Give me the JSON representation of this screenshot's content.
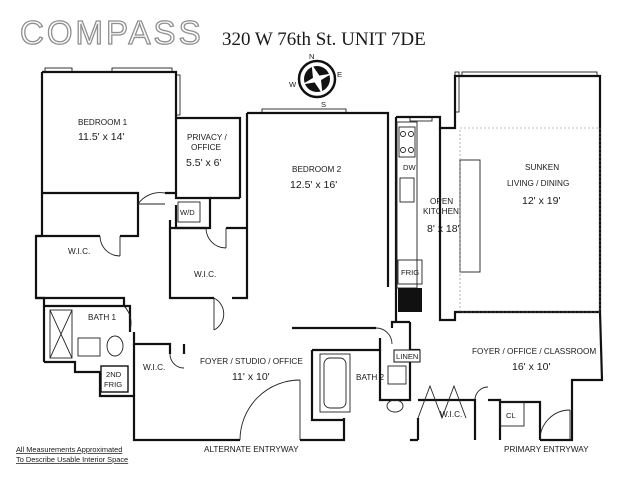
{
  "header": {
    "brand": "COMPASS",
    "address": "320 W 76th St. UNIT 7DE"
  },
  "compass": {
    "n": "N",
    "e": "E",
    "s": "S",
    "w": "W"
  },
  "rooms": {
    "bedroom1": {
      "name": "BEDROOM 1",
      "dims": "11.5' x 14'"
    },
    "privacy": {
      "name_line1": "PRIVACY /",
      "name_line2": "OFFICE",
      "dims": "5.5' x 6'"
    },
    "bedroom2": {
      "name": "BEDROOM 2",
      "dims": "12.5' x 16'"
    },
    "kitchen": {
      "name_line1": "OPEN",
      "name_line2": "KITCHEN",
      "dims": "8' x 18'"
    },
    "living": {
      "name_line1": "SUNKEN",
      "name_line2": "LIVING / DINING",
      "dims": "12' x 19'"
    },
    "wic_left": {
      "name": "W.I.C."
    },
    "wic_mid": {
      "name": "W.I.C."
    },
    "wic_low": {
      "name": "W.I.C."
    },
    "wic_right": {
      "name": "W.I.C."
    },
    "bath1": {
      "name": "BATH 1"
    },
    "bath2": {
      "name": "BATH 2"
    },
    "foyer_studio": {
      "name": "FOYER / STUDIO / OFFICE",
      "dims": "11' x 10'"
    },
    "foyer_office": {
      "name": "FOYER / OFFICE / CLASSROOM",
      "dims": "16' x 10'"
    }
  },
  "fixtures": {
    "wd": "W/D",
    "dw": "DW",
    "frig": "FRIG",
    "linen": "LINEN",
    "cl": "CL",
    "second_frig_sup": "2ND",
    "second_frig": "FRIG"
  },
  "entries": {
    "alternate": "ALTERNATE ENTRYWAY",
    "primary": "PRIMARY ENTRYWAY"
  },
  "notes": {
    "line1": "All Measurements Approximated",
    "line2": "To Describe Usable Interior Space"
  }
}
